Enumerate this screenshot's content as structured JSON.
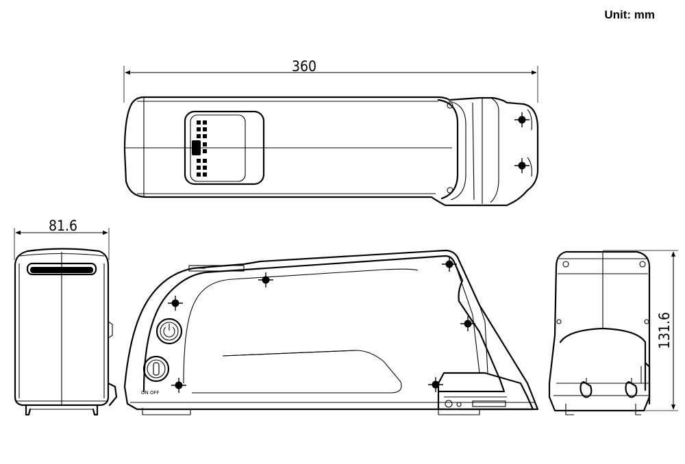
{
  "unit_label": "Unit: mm",
  "dimensions": {
    "length": "360",
    "width": "81.6",
    "height": "131.6"
  },
  "switch_marking": "ON OFF"
}
